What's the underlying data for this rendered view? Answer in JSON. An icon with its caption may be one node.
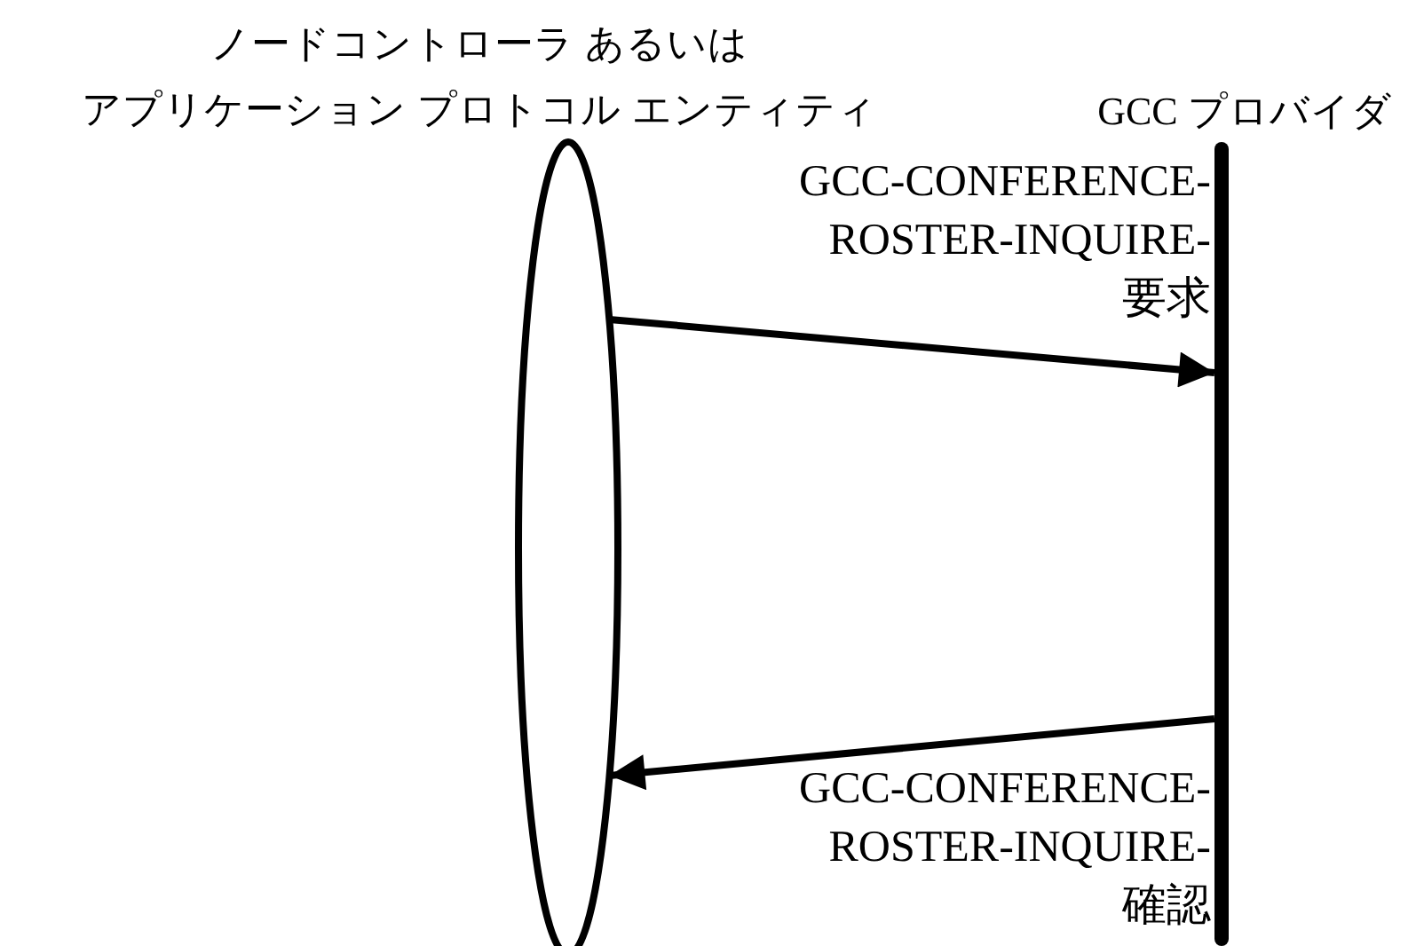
{
  "diagram": {
    "nodes": [
      {
        "text": [
          "ノードコントローラ あるいはアプリケーション プロトコル エンティティ"
        ]
      },
      {
        "text": [
          "GCC プロバイダ"
        ]
      }
    ],
    "edges": [
      {
        "from": 0,
        "to": 1,
        "arrow": "to",
        "label": "GCC-CONFERENCE- ROSTER-INQUIRE- 要求"
      },
      {
        "from": 1,
        "to": 0,
        "arrow": "to",
        "label": "GCC-CONFERENCE- ROSTER-INQUIRE- 確認"
      }
    ]
  }
}
